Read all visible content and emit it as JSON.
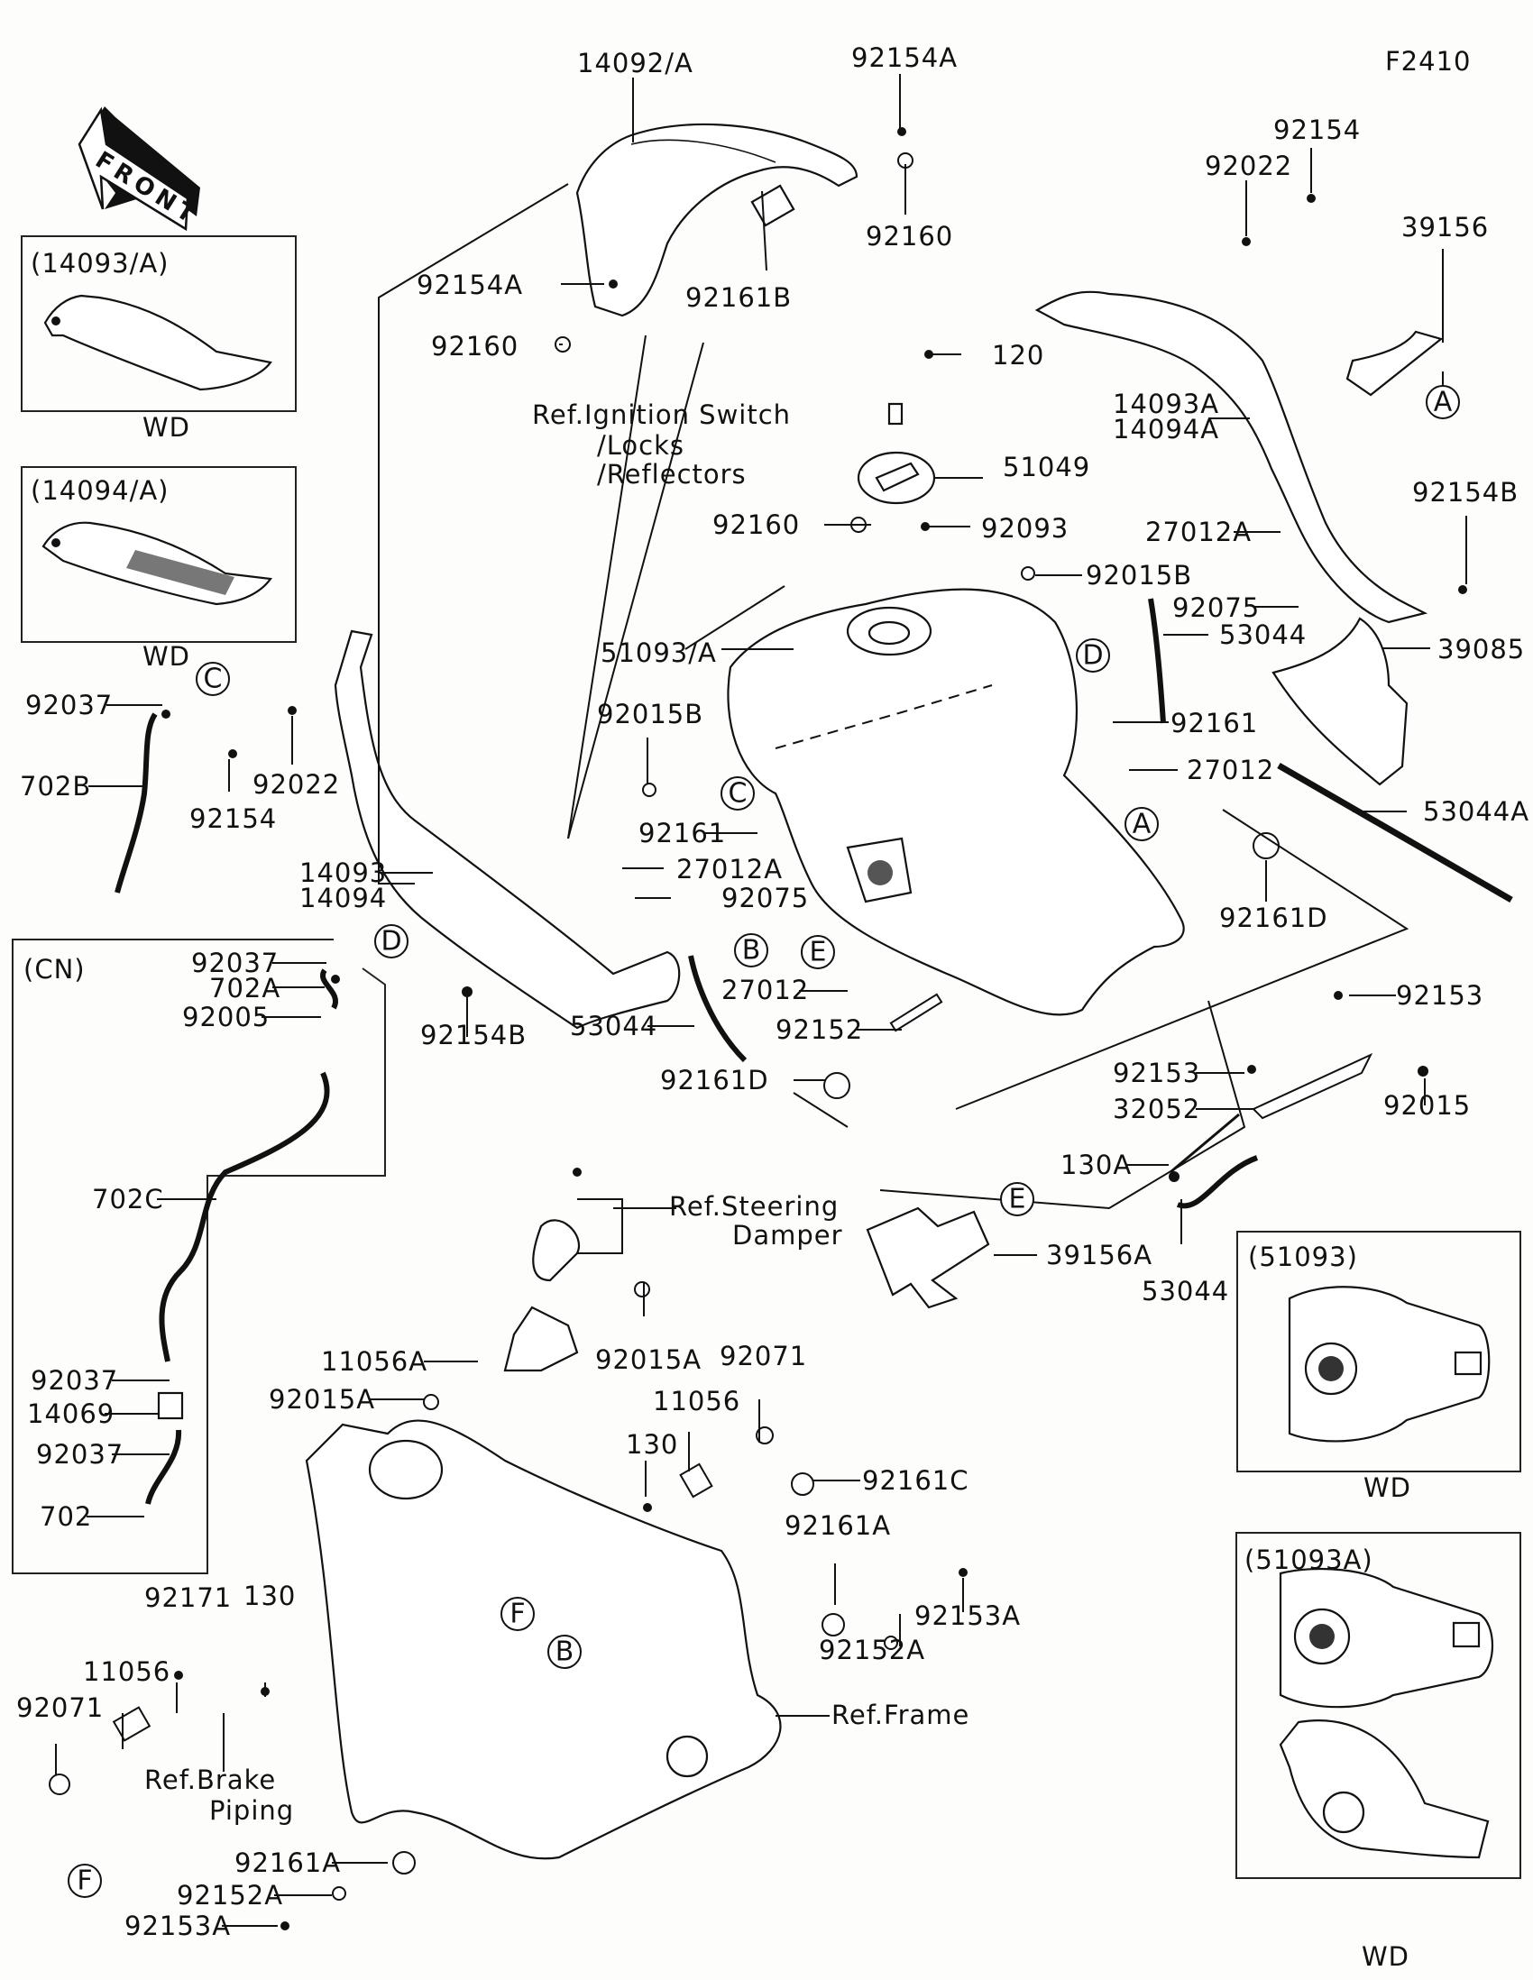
{
  "diagram_code": "F2410",
  "front_arrow_label": "FRONT",
  "insets": [
    {
      "title": "(14093/A)",
      "caption": "WD"
    },
    {
      "title": "(14094/A)",
      "caption": "WD"
    },
    {
      "title": "(CN)"
    },
    {
      "title": "(51093)",
      "caption": "WD"
    },
    {
      "title": "(51093A)",
      "caption": "WD"
    }
  ],
  "references": {
    "ignition": [
      "Ref.Ignition Switch",
      "/Locks",
      "/Reflectors"
    ],
    "steering": [
      "Ref.Steering",
      "Damper"
    ],
    "brake": [
      "Ref.Brake",
      "Piping"
    ],
    "frame": "Ref.Frame"
  },
  "callouts": [
    "A",
    "B",
    "C",
    "D",
    "E",
    "F"
  ],
  "part_labels": {
    "p14092A": "14092/A",
    "p92154A_top": "92154A",
    "p92160_top": "92160",
    "p92161B": "92161B",
    "p92154A_left": "92154A",
    "p92160_left": "92160",
    "p120": "120",
    "p51049": "51049",
    "p92160_mid": "92160",
    "p92093": "92093",
    "p92022_right": "92022",
    "p92154_right": "92154",
    "p39156": "39156",
    "p14093A": "14093A",
    "p14094A": "14094A",
    "p92154B_right": "92154B",
    "p27012A_right": "27012A",
    "p92015B_right": "92015B",
    "p92075_right": "92075",
    "p53044_right": "53044",
    "p39085": "39085",
    "p51093A": "51093/A",
    "p92015B_left": "92015B",
    "p92161_right": "92161",
    "p27012_right": "27012",
    "p53044A": "53044A",
    "p92161_left": "92161",
    "p27012A_left": "27012A",
    "p92075_left": "92075",
    "p92161D_right": "92161D",
    "p92037_top": "92037",
    "p702B": "702B",
    "p92154_left": "92154",
    "p92022_left": "92022",
    "p14093": "14093",
    "p14094": "14094",
    "p92154B_left": "92154B",
    "p53044_left": "53044",
    "p27012_mid": "27012",
    "p92152": "92152",
    "p92161D_mid": "92161D",
    "p92153_top": "92153",
    "p92153_mid": "92153",
    "p92015": "92015",
    "p32052": "32052",
    "p130A": "130A",
    "p53044_low": "53044",
    "p39156A": "39156A",
    "cn_92037_a": "92037",
    "cn_702A": "702A",
    "cn_92005": "92005",
    "cn_702C": "702C",
    "cn_92037_b": "92037",
    "cn_14069": "14069",
    "cn_92037_c": "92037",
    "cn_702": "702",
    "p11056A": "11056A",
    "p92015A_a": "92015A",
    "p92015A_b": "92015A",
    "p92071_mid": "92071",
    "p11056_mid": "11056",
    "p130_mid": "130",
    "p92161C": "92161C",
    "p92161A_right": "92161A",
    "p92153A_right": "92153A",
    "p92152A_right": "92152A",
    "p92171": "92171",
    "p130_left": "130",
    "p11056_left": "11056",
    "p92071_left": "92071",
    "p92161A_low": "92161A",
    "p92152A_low": "92152A",
    "p92153A_low": "92153A"
  }
}
